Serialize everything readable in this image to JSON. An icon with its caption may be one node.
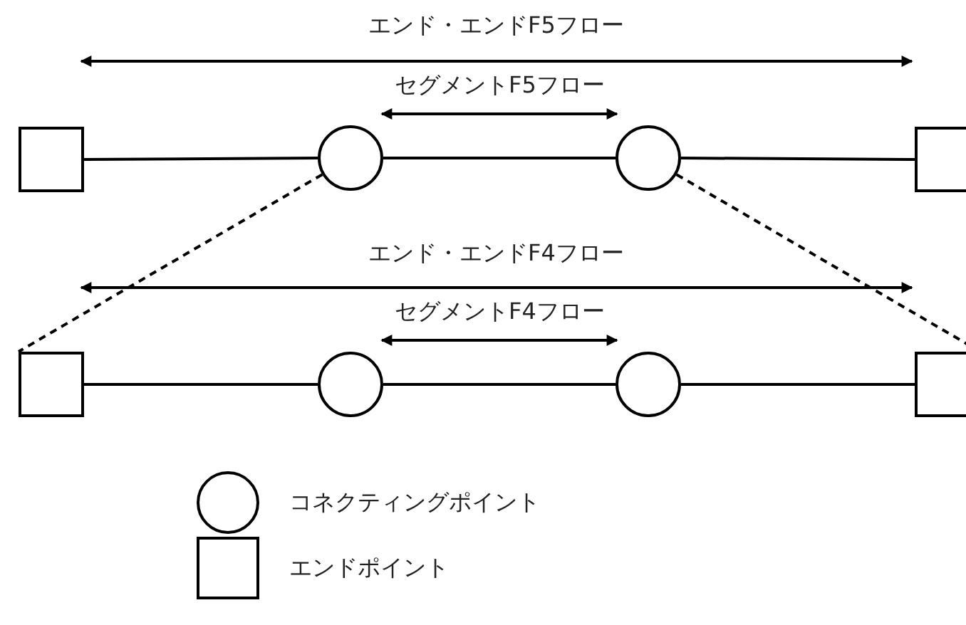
{
  "diagram": {
    "nodes": [
      {
        "text": [],
        "shape": "box"
      },
      {
        "text": [],
        "shape": "circle"
      },
      {
        "text": [],
        "shape": "circle"
      },
      {
        "text": [],
        "shape": "box"
      },
      {
        "text": [],
        "shape": "box"
      },
      {
        "text": [],
        "shape": "circle"
      },
      {
        "text": [],
        "shape": "circle"
      },
      {
        "text": [],
        "shape": "box"
      }
    ],
    "edges": [
      {
        "from": 0,
        "to": 1,
        "arrow": "none"
      },
      {
        "from": 1,
        "to": 2,
        "arrow": "none"
      },
      {
        "from": 2,
        "to": 3,
        "arrow": "none"
      },
      {
        "from": 4,
        "to": 5,
        "arrow": "none"
      },
      {
        "from": 5,
        "to": 6,
        "arrow": "none"
      },
      {
        "from": 6,
        "to": 7,
        "arrow": "none"
      },
      {
        "from": 1,
        "to": 4,
        "arrow": "none",
        "style": "dashed"
      },
      {
        "from": 2,
        "to": 7,
        "arrow": "none",
        "style": "dashed"
      },
      {
        "from": 1,
        "to": 2,
        "arrow": "both",
        "label": "セグメントF5フロー"
      },
      {
        "from": 5,
        "to": 6,
        "arrow": "both",
        "label": "セグメントF4フロー"
      }
    ],
    "labels": [
      "エンド・エンドF5フロー",
      "エンド・エンドF4フロー"
    ],
    "legend": [
      {
        "text": "コネクティングポイント"
      },
      {
        "text": "エンドポイント"
      }
    ]
  }
}
